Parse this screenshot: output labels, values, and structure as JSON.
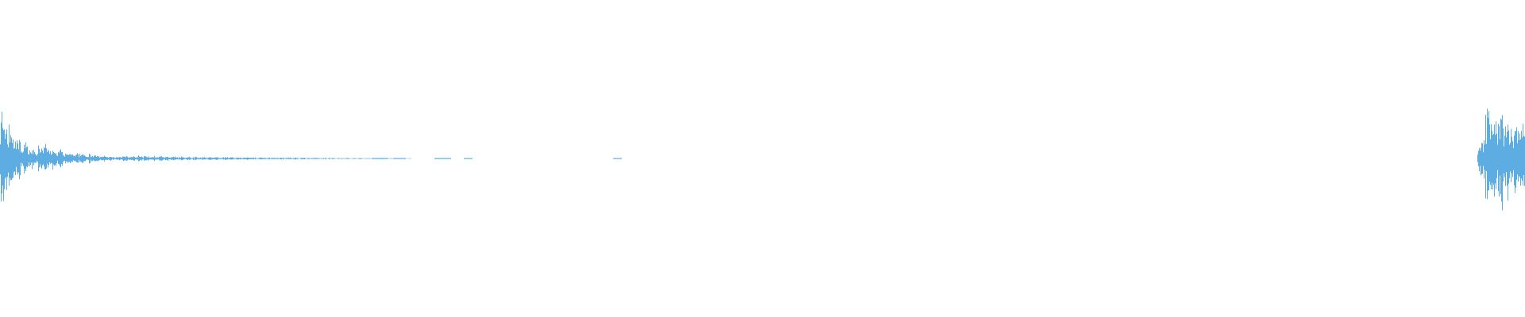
{
  "waveform": {
    "color": "#5dade2",
    "background": "#ffffff",
    "segments": [
      {
        "name": "attack",
        "start": 0.0,
        "end": 0.025,
        "peak": 1.0
      },
      {
        "name": "decay",
        "start": 0.025,
        "end": 0.08,
        "peak": 0.25
      },
      {
        "name": "tail",
        "start": 0.08,
        "end": 0.27,
        "peak": 0.05
      },
      {
        "name": "second-hit",
        "start": 0.968,
        "end": 1.0,
        "peak": 0.9
      }
    ],
    "dashes": [
      {
        "name": "dash-1",
        "start": 0.244,
        "end": 0.254
      },
      {
        "name": "dash-2",
        "start": 0.258,
        "end": 0.266
      },
      {
        "name": "dash-3",
        "start": 0.285,
        "end": 0.296
      },
      {
        "name": "dash-4",
        "start": 0.304,
        "end": 0.31
      },
      {
        "name": "dash-5",
        "start": 0.402,
        "end": 0.408
      }
    ]
  }
}
